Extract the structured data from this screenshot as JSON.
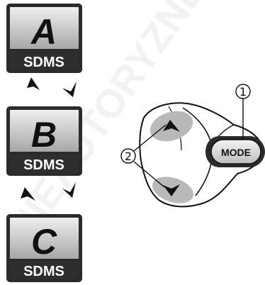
{
  "watermark": "NIEAUTORYZNEGO",
  "screens": [
    {
      "letter": "A",
      "sub": "SDMS"
    },
    {
      "letter": "B",
      "sub": "SDMS"
    },
    {
      "letter": "C",
      "sub": "SDMS"
    }
  ],
  "mode_button": {
    "label": "MODE"
  },
  "callouts": {
    "mode": "1",
    "arrows": "2"
  },
  "colors": {
    "screen_top": "#e9e9e9",
    "screen_bottom": "#a9a9a9",
    "screen_border": "#2b2b2b",
    "sub_band": "#2e2e2e",
    "remote_body": "#ffffff",
    "highlight": "#b9b9b9"
  }
}
